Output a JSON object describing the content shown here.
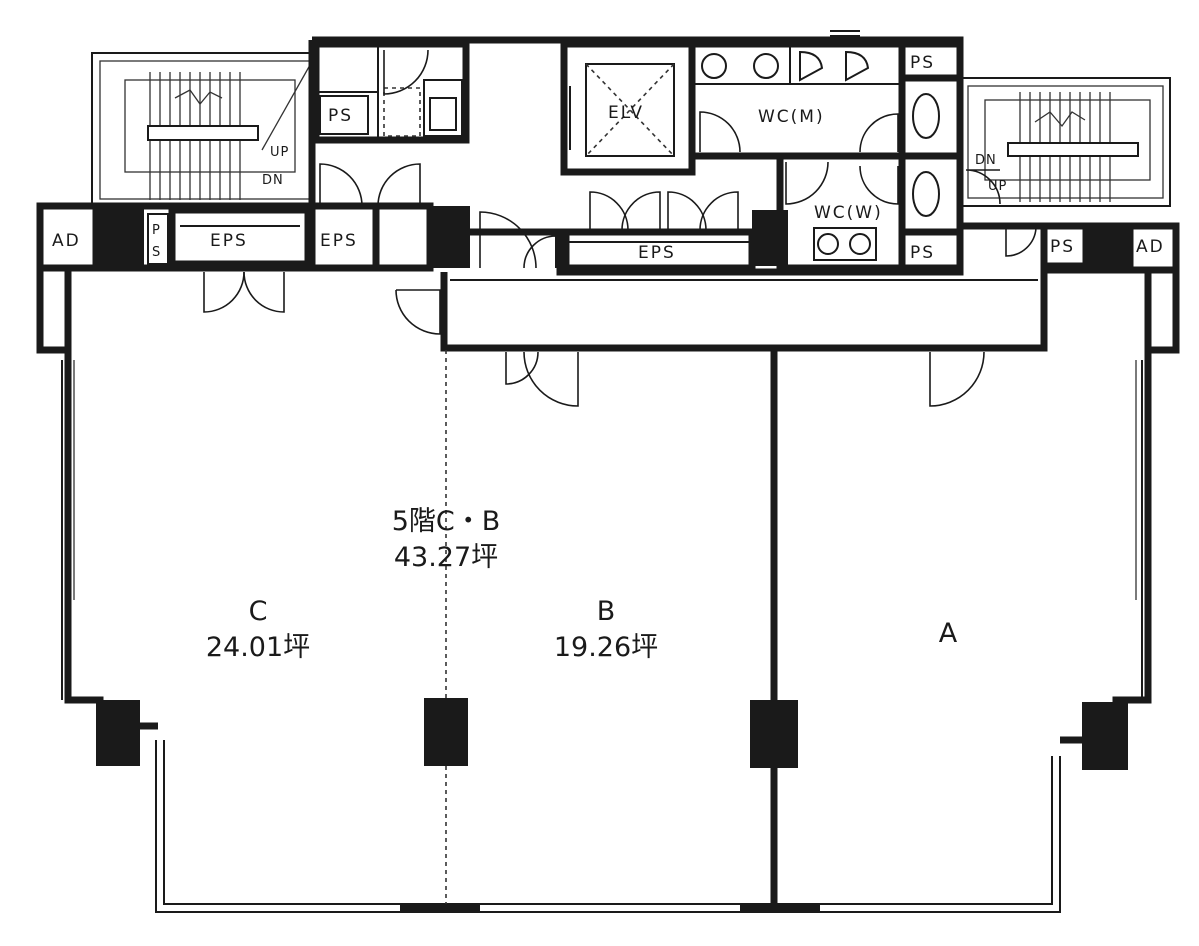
{
  "rooms": {
    "c": {
      "name": "C",
      "area": "24.01坪"
    },
    "b": {
      "name": "B",
      "area": "19.26坪"
    },
    "a": {
      "name": "A"
    },
    "combined": {
      "title": "5階C・B",
      "area": "43.27坪"
    }
  },
  "labels": {
    "elv": "ELV",
    "wc_m": "WC(M)",
    "wc_w": "WC(W)",
    "eps_left": "EPS",
    "eps_mid": "EPS",
    "eps_center": "EPS",
    "ps_top_left": "PS",
    "ps_top_right": "PS",
    "ps_bottom_right": "PS",
    "ps_right": "PS",
    "ps_vertical_p": "P",
    "ps_vertical_s": "S",
    "ad_left": "AD",
    "ad_right": "AD",
    "stair_left_up": "UP",
    "stair_left_dn": "DN",
    "stair_right_dn": "DN",
    "stair_right_up": "UP"
  },
  "icons": [
    "stair-icon",
    "door-swing-icon",
    "toilet-icon",
    "elevator-cross-icon",
    "column-icon"
  ]
}
